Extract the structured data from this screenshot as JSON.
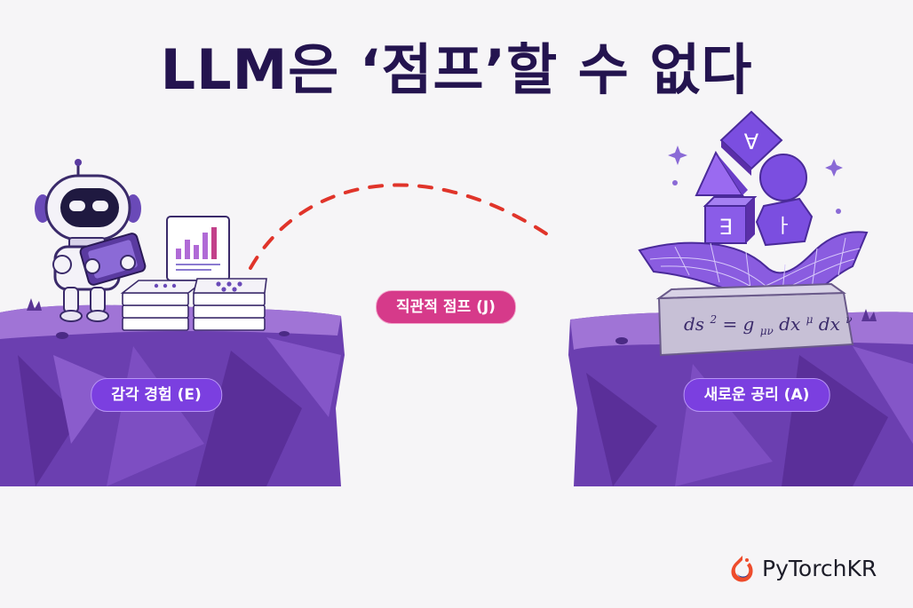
{
  "title": "LLM은 ‘점프’할 수 없다",
  "labels": {
    "experience": "감각 경험 (E)",
    "jump": "직관적 점프 (J)",
    "axiom": "새로운 공리 (A)"
  },
  "shapes": {
    "diamond_glyph": "∀",
    "cube_glyph": "∃",
    "hex_glyph": "ㅏ"
  },
  "equation": {
    "lhs": "ds",
    "sup1": "2",
    "eq": " = g",
    "sub": "μν",
    "dx1": "dx",
    "sup2": "μ",
    "dx2": "dx",
    "sup3": "ν"
  },
  "brand": {
    "name": "PyTorchKR"
  },
  "colors": {
    "title": "#24144f",
    "cliff": "#6b3fb0",
    "pill_purple": "#7b3fe0",
    "pill_pink": "#d63a8a",
    "jump_path": "#e0342a"
  }
}
